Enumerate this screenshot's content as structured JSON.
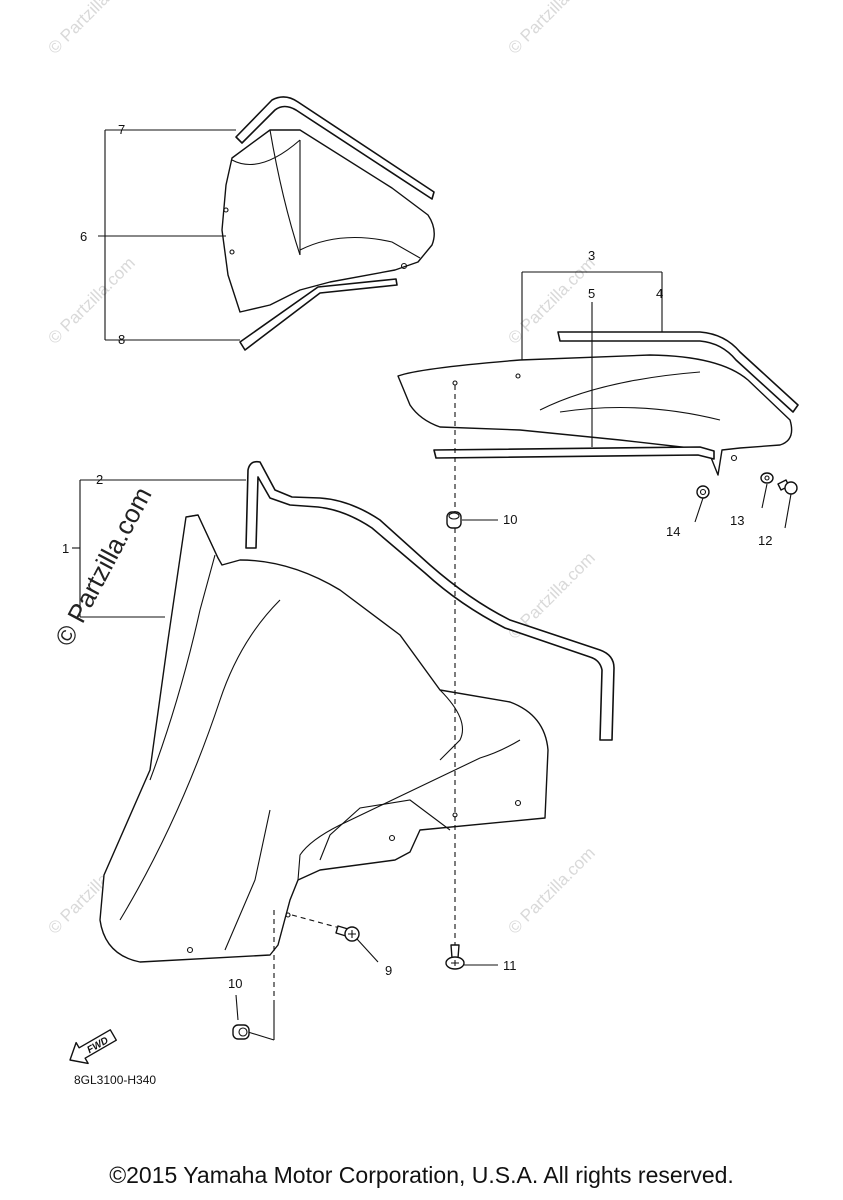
{
  "watermark": {
    "text": "© Partzilla.com",
    "main_text": "© Partzilla.com"
  },
  "callouts": {
    "c1": "1",
    "c2": "2",
    "c3": "3",
    "c4": "4",
    "c5": "5",
    "c6": "6",
    "c7": "7",
    "c8": "8",
    "c9": "9",
    "c10a": "10",
    "c10b": "10",
    "c11": "11",
    "c12": "12",
    "c13": "13",
    "c14": "14"
  },
  "fwd_label": "FWD",
  "diagram_code": "8GL3100-H340",
  "copyright": "©2015 Yamaha Motor Corporation, U.S.A. All rights reserved."
}
